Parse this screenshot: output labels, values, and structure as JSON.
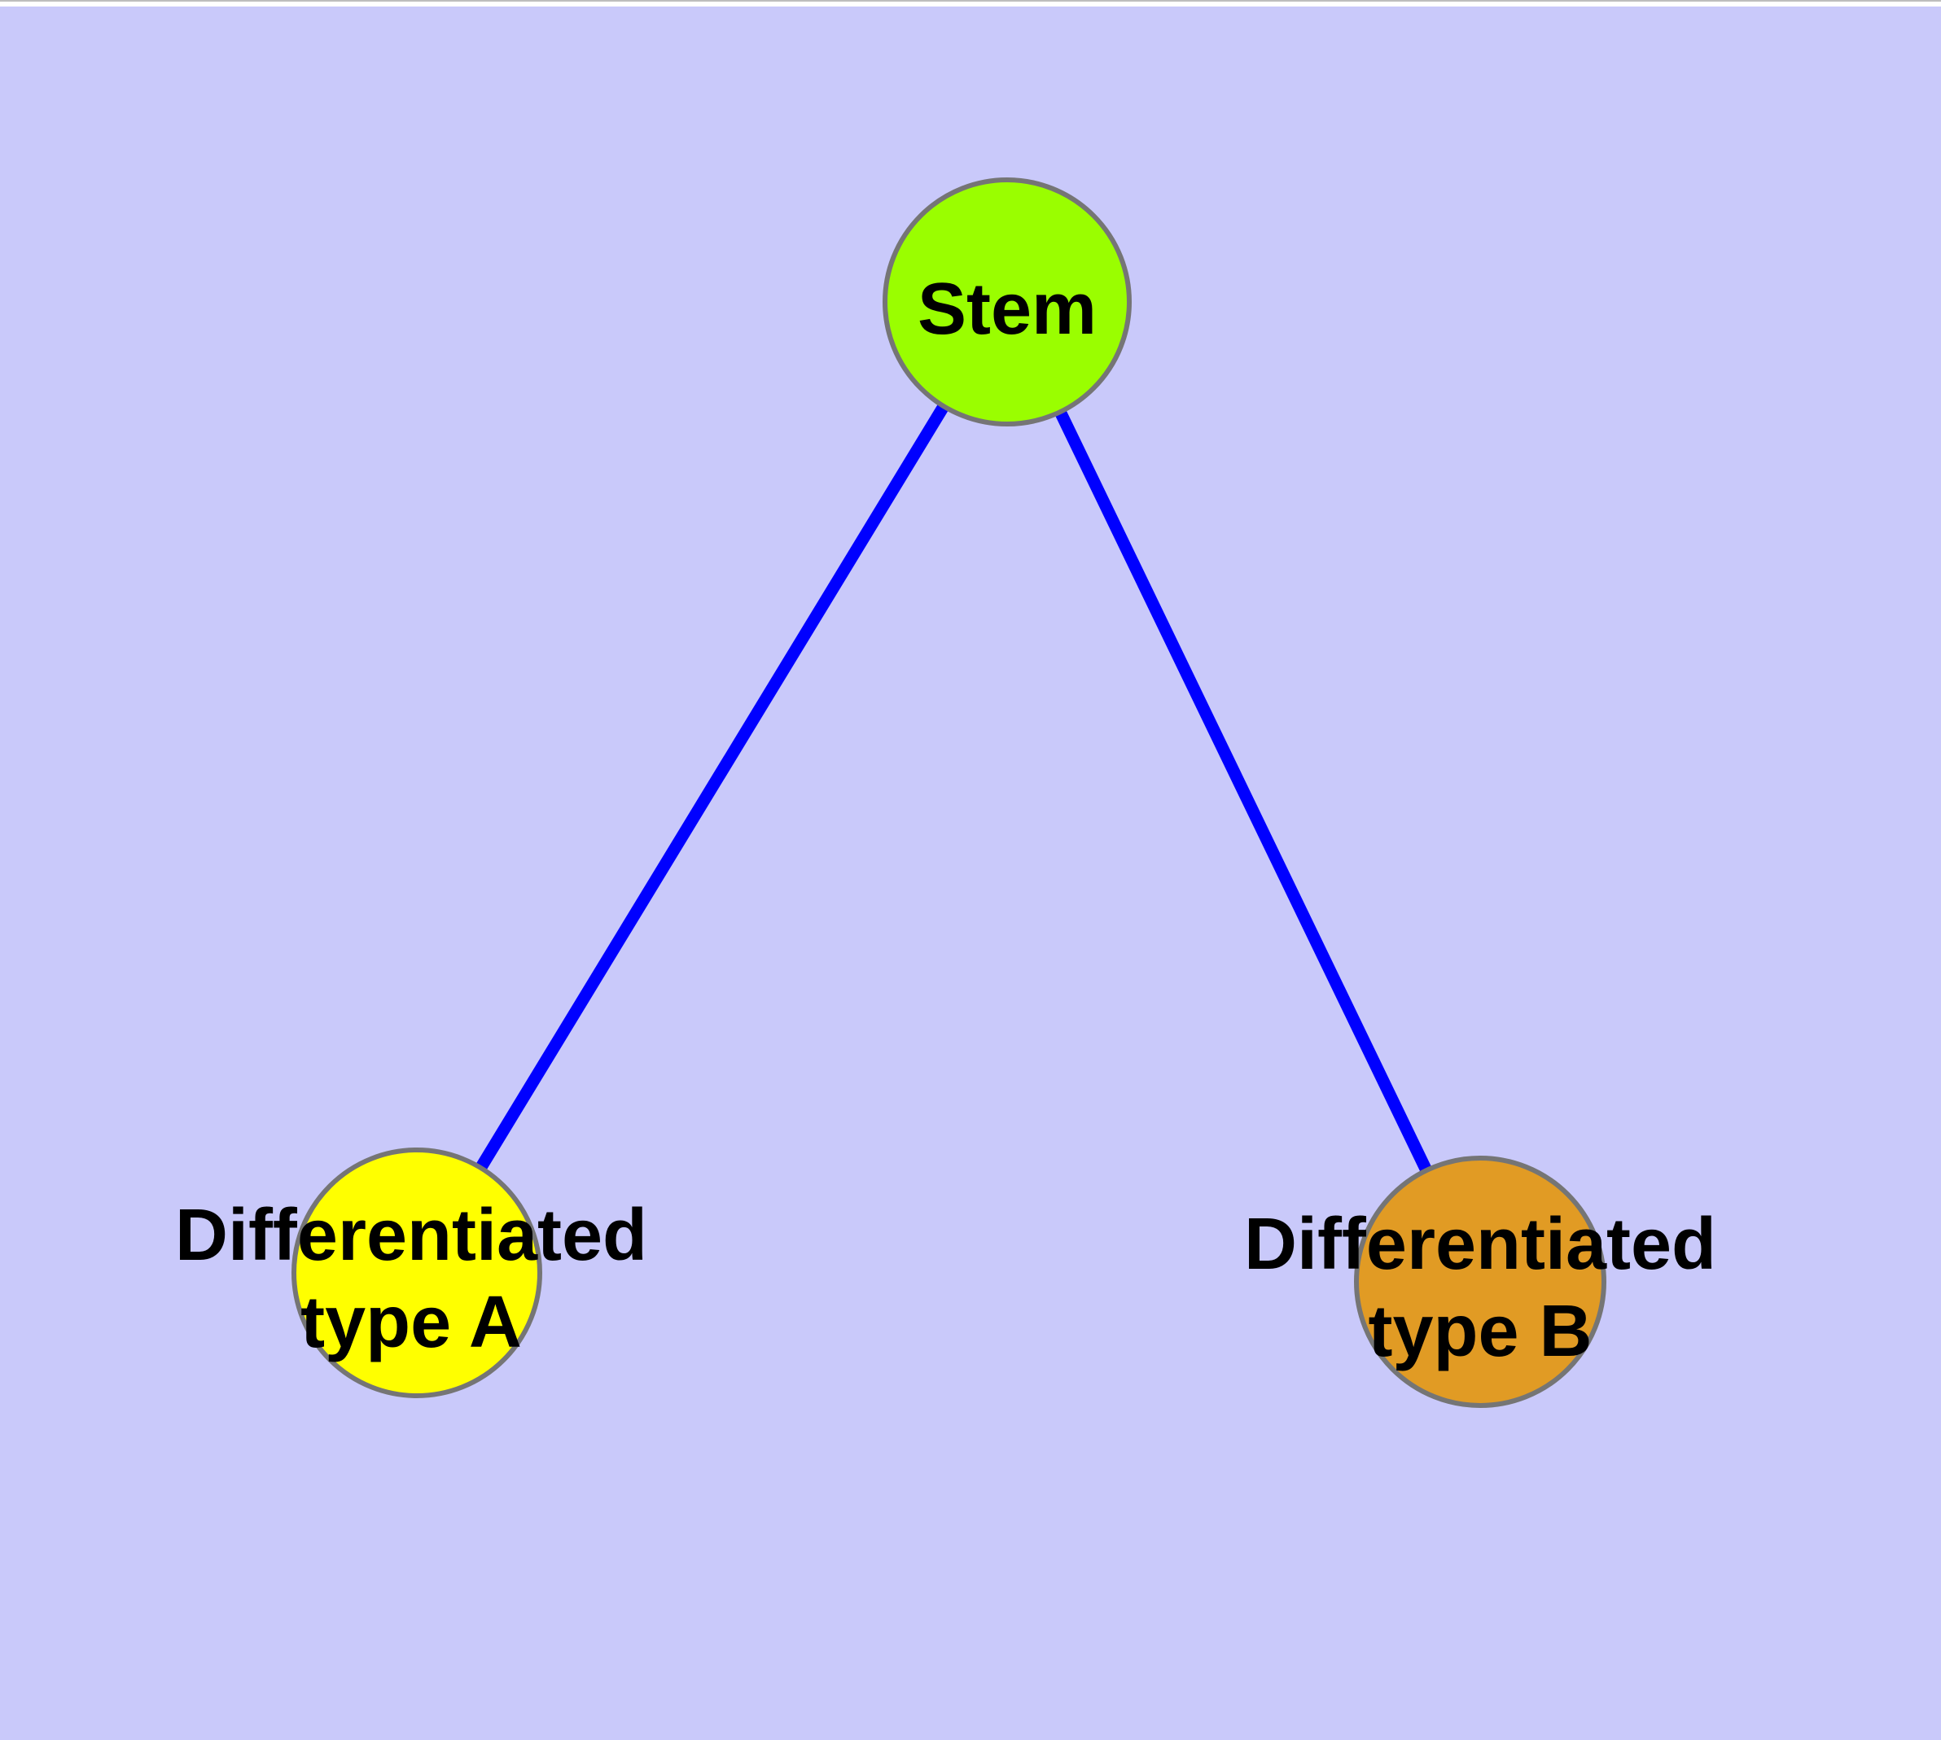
{
  "background": {
    "page_color": "#ffffff",
    "canvas_color": "#c9c9fa",
    "top_line_color": "#bdbdbd"
  },
  "graph": {
    "edge_color": "#0000ff",
    "node_border_color": "#757575",
    "label_color": "#000000",
    "nodes": [
      {
        "id": "stem",
        "label": "Stem",
        "lines": [
          "Stem"
        ],
        "color": "#9afe00"
      },
      {
        "id": "differentiated-type-a",
        "label": "Differentiated type A",
        "lines": [
          "Differentiated",
          "type A"
        ],
        "color": "#ffff00"
      },
      {
        "id": "differentiated-type-b",
        "label": "Differentiated type B",
        "lines": [
          "Differentiated",
          "type B"
        ],
        "color": "#e19b24"
      }
    ],
    "edges": [
      {
        "from": "stem",
        "to": "differentiated-type-a"
      },
      {
        "from": "stem",
        "to": "differentiated-type-b"
      }
    ]
  }
}
